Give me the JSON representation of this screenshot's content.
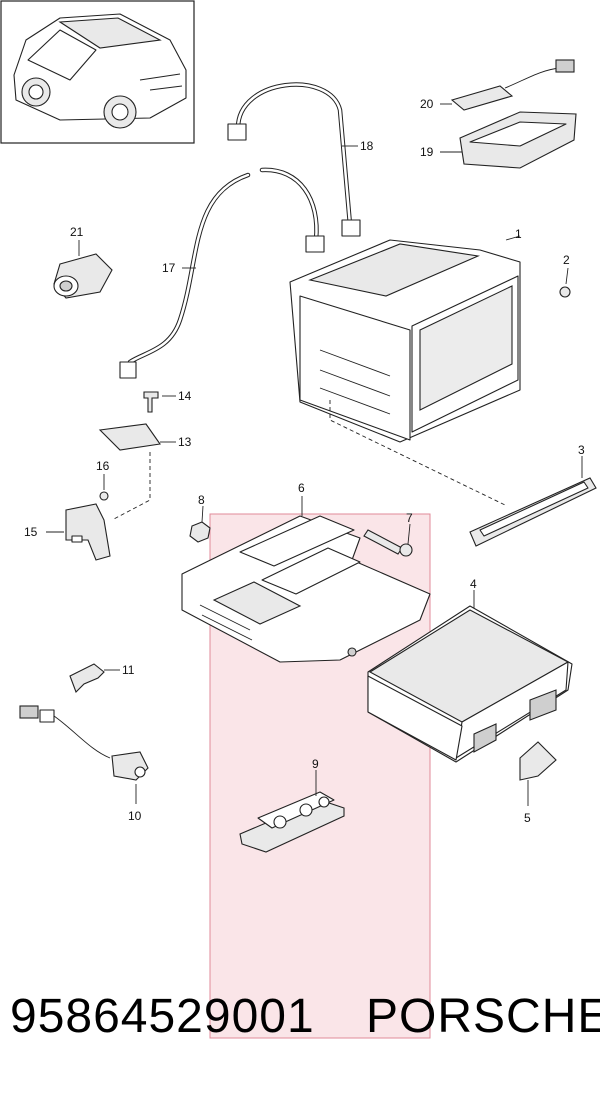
{
  "diagram": {
    "callouts": [
      {
        "id": "1",
        "label": "1"
      },
      {
        "id": "2",
        "label": "2"
      },
      {
        "id": "3",
        "label": "3"
      },
      {
        "id": "4",
        "label": "4"
      },
      {
        "id": "5",
        "label": "5"
      },
      {
        "id": "6",
        "label": "6"
      },
      {
        "id": "7",
        "label": "7"
      },
      {
        "id": "8",
        "label": "8"
      },
      {
        "id": "9",
        "label": "9"
      },
      {
        "id": "10",
        "label": "10"
      },
      {
        "id": "11",
        "label": "11"
      },
      {
        "id": "13",
        "label": "13"
      },
      {
        "id": "14",
        "label": "14"
      },
      {
        "id": "15",
        "label": "15"
      },
      {
        "id": "16",
        "label": "16"
      },
      {
        "id": "17",
        "label": "17"
      },
      {
        "id": "18",
        "label": "18"
      },
      {
        "id": "19",
        "label": "19"
      },
      {
        "id": "20",
        "label": "20"
      },
      {
        "id": "21",
        "label": "21"
      }
    ],
    "highlight_color": "#f4c6cf",
    "highlight_border": "#e08a98"
  },
  "footer": {
    "part_number": "95864529001",
    "brand": "PORSCHE"
  }
}
